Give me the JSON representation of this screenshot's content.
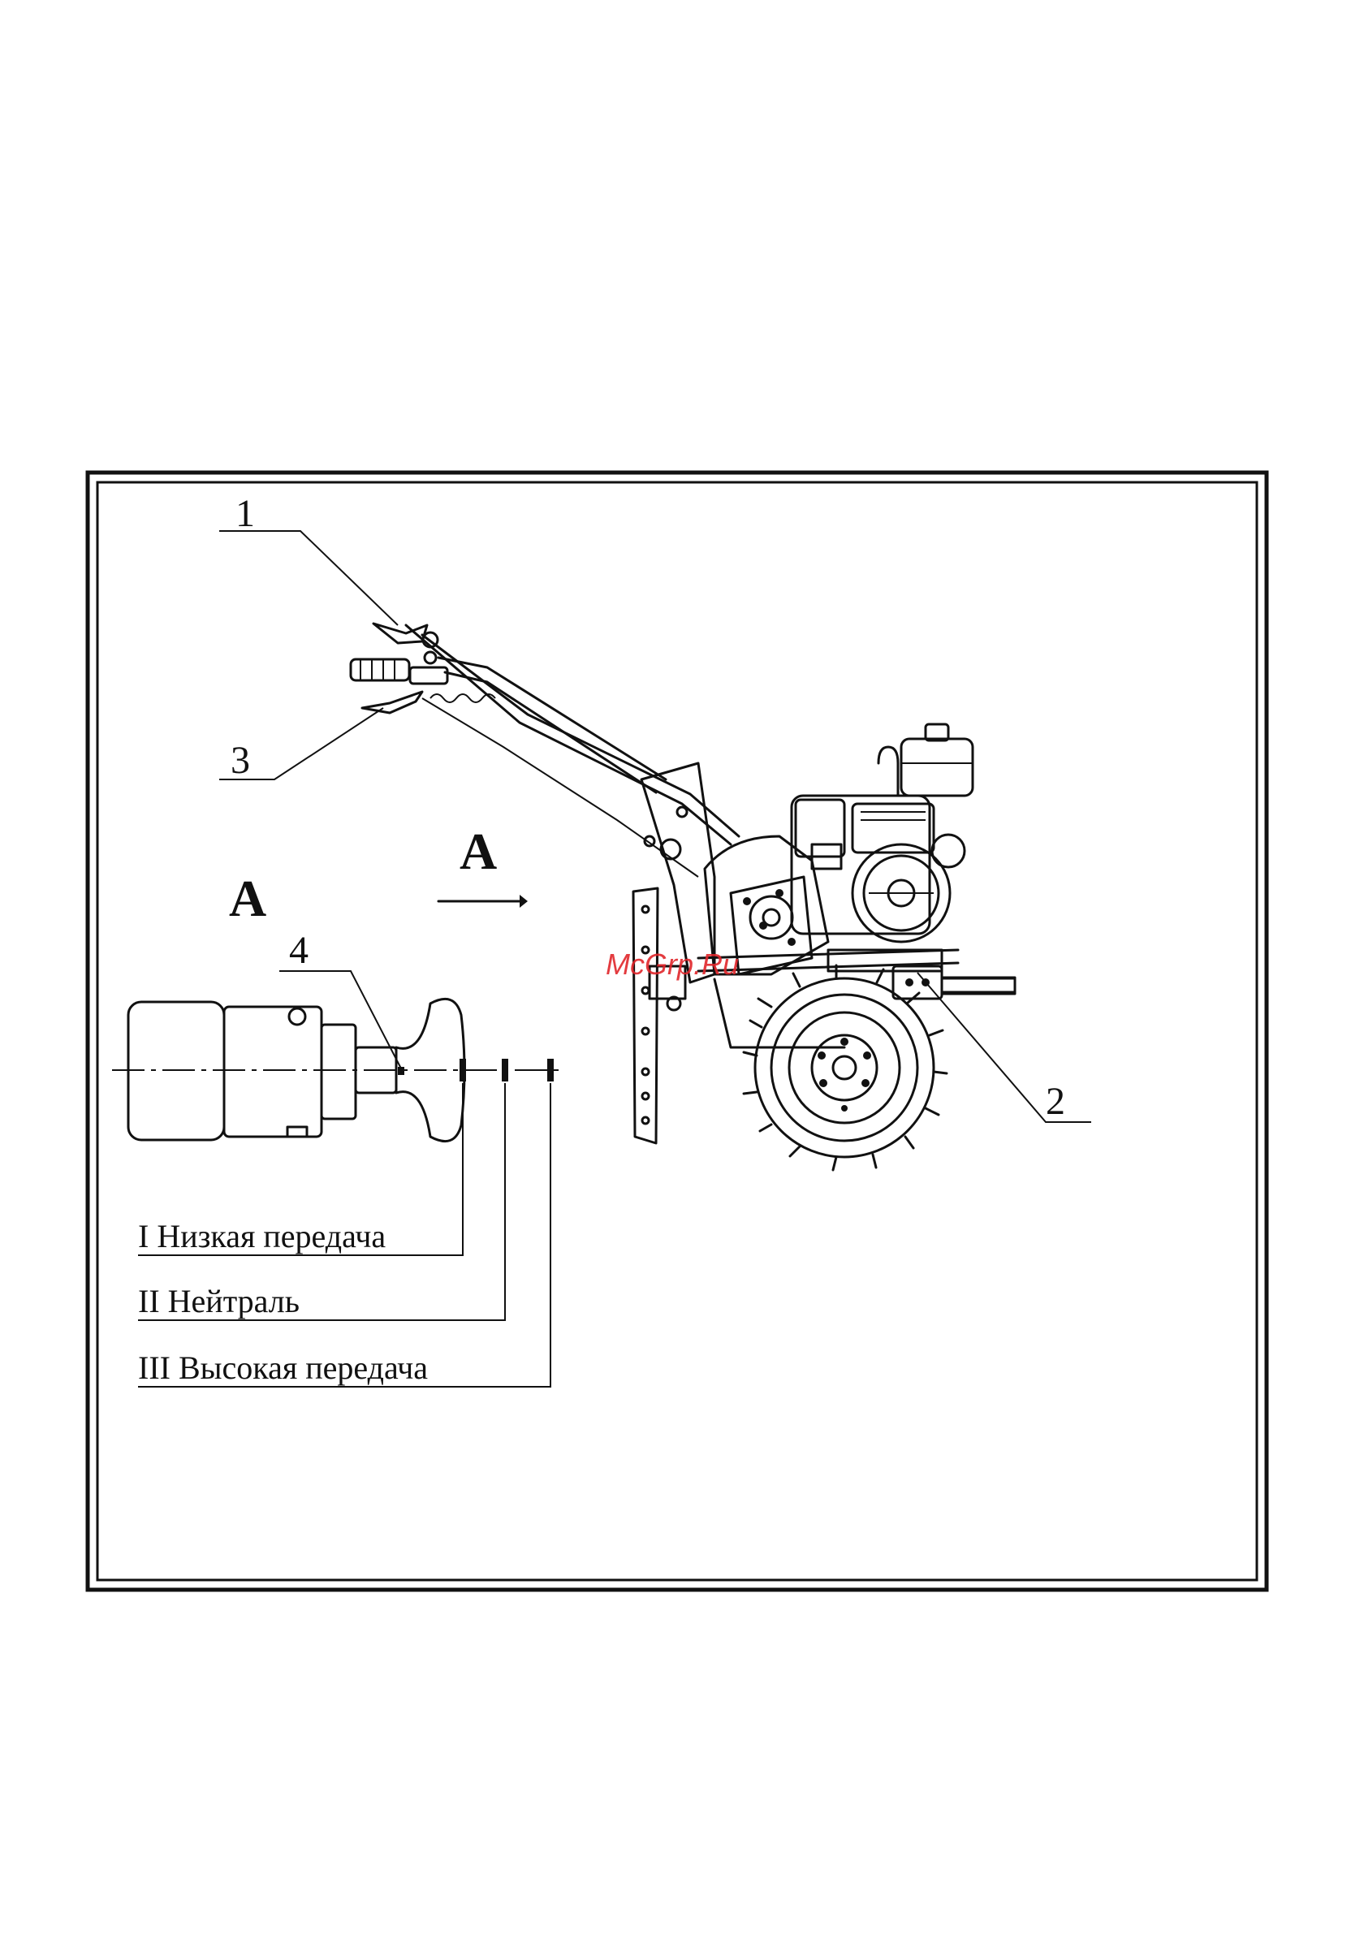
{
  "figure": {
    "watermark": "McGrp.Ru",
    "view_label": "A",
    "view_arrow_label": "A",
    "callouts": [
      {
        "number": "1",
        "target": "clutch-lever"
      },
      {
        "number": "2",
        "target": "gear-shifter"
      },
      {
        "number": "3",
        "target": "throttle-lever"
      },
      {
        "number": "4",
        "target": "gear-selector-knob"
      }
    ],
    "gear_positions": [
      {
        "label": "I Низкая передача"
      },
      {
        "label": "II Нейтраль"
      },
      {
        "label": "III Высокая передача"
      }
    ]
  }
}
